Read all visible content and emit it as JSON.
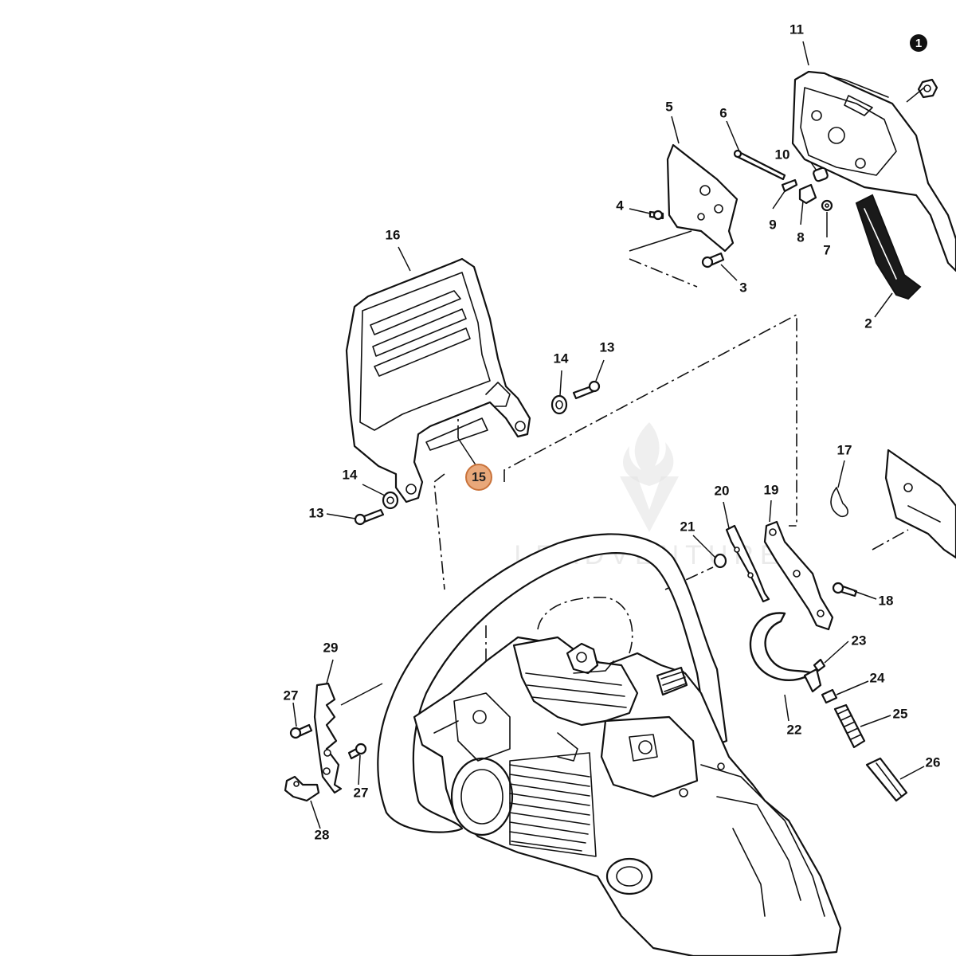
{
  "callouts": [
    {
      "id": "callout-1",
      "label": "1"
    },
    {
      "id": "callout-2",
      "label": "2"
    },
    {
      "id": "callout-3",
      "label": "3"
    },
    {
      "id": "callout-4",
      "label": "4"
    },
    {
      "id": "callout-5",
      "label": "5"
    },
    {
      "id": "callout-6",
      "label": "6"
    },
    {
      "id": "callout-7",
      "label": "7"
    },
    {
      "id": "callout-8",
      "label": "8"
    },
    {
      "id": "callout-9",
      "label": "9"
    },
    {
      "id": "callout-10",
      "label": "10"
    },
    {
      "id": "callout-11",
      "label": "11"
    },
    {
      "id": "callout-13a",
      "label": "13"
    },
    {
      "id": "callout-13b",
      "label": "13"
    },
    {
      "id": "callout-14a",
      "label": "14"
    },
    {
      "id": "callout-14b",
      "label": "14"
    },
    {
      "id": "callout-15",
      "label": "15",
      "highlighted": true
    },
    {
      "id": "callout-16",
      "label": "16"
    },
    {
      "id": "callout-17",
      "label": "17"
    },
    {
      "id": "callout-18",
      "label": "18"
    },
    {
      "id": "callout-19",
      "label": "19"
    },
    {
      "id": "callout-20",
      "label": "20"
    },
    {
      "id": "callout-21",
      "label": "21"
    },
    {
      "id": "callout-22",
      "label": "22"
    },
    {
      "id": "callout-23",
      "label": "23"
    },
    {
      "id": "callout-24",
      "label": "24"
    },
    {
      "id": "callout-25",
      "label": "25"
    },
    {
      "id": "callout-26",
      "label": "26"
    },
    {
      "id": "callout-27a",
      "label": "27"
    },
    {
      "id": "callout-27b",
      "label": "27"
    },
    {
      "id": "callout-28",
      "label": "28"
    },
    {
      "id": "callout-29",
      "label": "29"
    }
  ],
  "watermark": {
    "text": "LEADVENTURE"
  },
  "colors": {
    "line": "#111111",
    "highlight_fill": "#e9a87a",
    "highlight_stroke": "#c9733b",
    "watermark": "#d9d9d9"
  }
}
